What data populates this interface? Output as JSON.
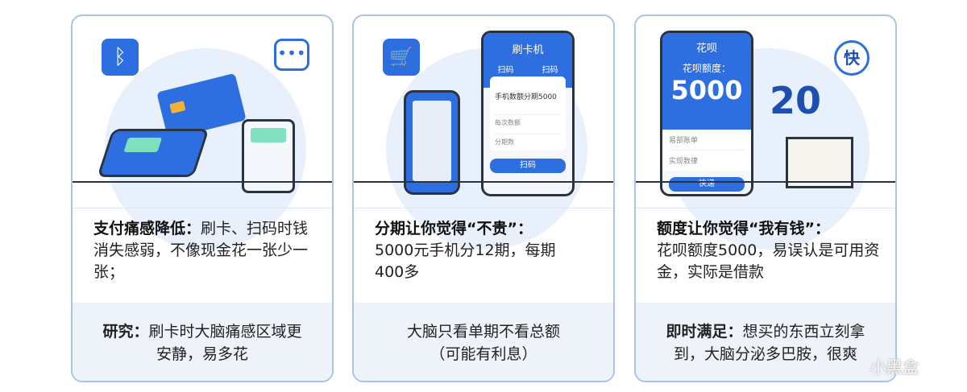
{
  "cards": [
    {
      "title": "支付痛感降低：",
      "body": "刷卡、扫码时钱消失感弱，不像现金花一张少一张；",
      "footer_bold": "研究：",
      "footer": "刷卡时大脑痛感区域更安静，易多花"
    },
    {
      "title": "分期让你觉得“不贵”：",
      "body": "5000元手机分12期，每期400多",
      "footer": "大脑只看单期不看总额（可能有利息）",
      "phone": {
        "title": "刷卡机",
        "tab1": "扫码",
        "tab2": "扫码",
        "amount_label": "手机数额分期5000",
        "row1": "每次数额",
        "row2": "分期数",
        "button": "扫码"
      }
    },
    {
      "title": "额度让你觉得“我有钱”：",
      "body": "花呗额度5000，易误认是可用资金，实际是借款",
      "footer_bold": "即时满足：",
      "footer": "想买的东西立刻拿到，大脑分泌多巴胺，很爽",
      "phone": {
        "title": "花呗",
        "limit_label": "花呗额度：",
        "limit": "5000",
        "row1": "易部账单",
        "row2": "实现数律",
        "button": "快递"
      },
      "badge": "快",
      "number": "20"
    }
  ],
  "watermark": "小黑盒"
}
